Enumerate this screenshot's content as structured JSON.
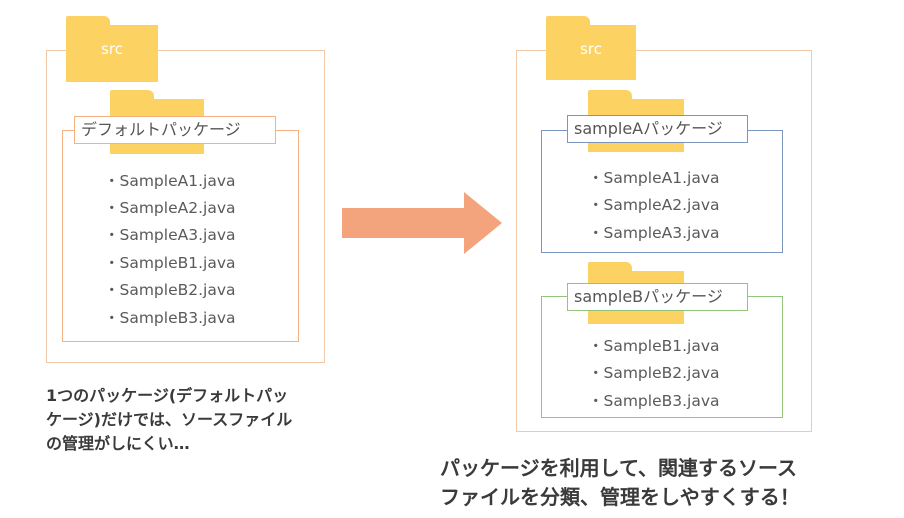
{
  "left": {
    "src_folder_label": "src",
    "package_label": "デフォルトパッケージ",
    "files": [
      "・SampleA1.java",
      "・SampleA2.java",
      "・SampleA3.java",
      "・SampleB1.java",
      "・SampleB2.java",
      "・SampleB3.java"
    ],
    "caption_lines": [
      "1つのパッケージ(デフォルトパッ",
      "ケージ)だけでは、ソースファイル",
      "の管理がしにくい…"
    ]
  },
  "right": {
    "src_folder_label": "src",
    "packages": [
      {
        "label": "sampleAパッケージ",
        "color": "#7a96bf",
        "files": [
          "・SampleA1.java",
          "・SampleA2.java",
          "・SampleA3.java"
        ]
      },
      {
        "label": "sampleBパッケージ",
        "color": "#93c47d",
        "files": [
          "・SampleB1.java",
          "・SampleB2.java",
          "・SampleB3.java"
        ]
      }
    ],
    "caption_lines": [
      "パッケージを利用して、関連するソース",
      "ファイルを分類、管理をしやすくする！"
    ]
  },
  "colors": {
    "folder": "#fcd263",
    "src_border": "#f2c9a8",
    "default_pkg_border": "#f4b183",
    "arrow": "#f4a47c"
  }
}
